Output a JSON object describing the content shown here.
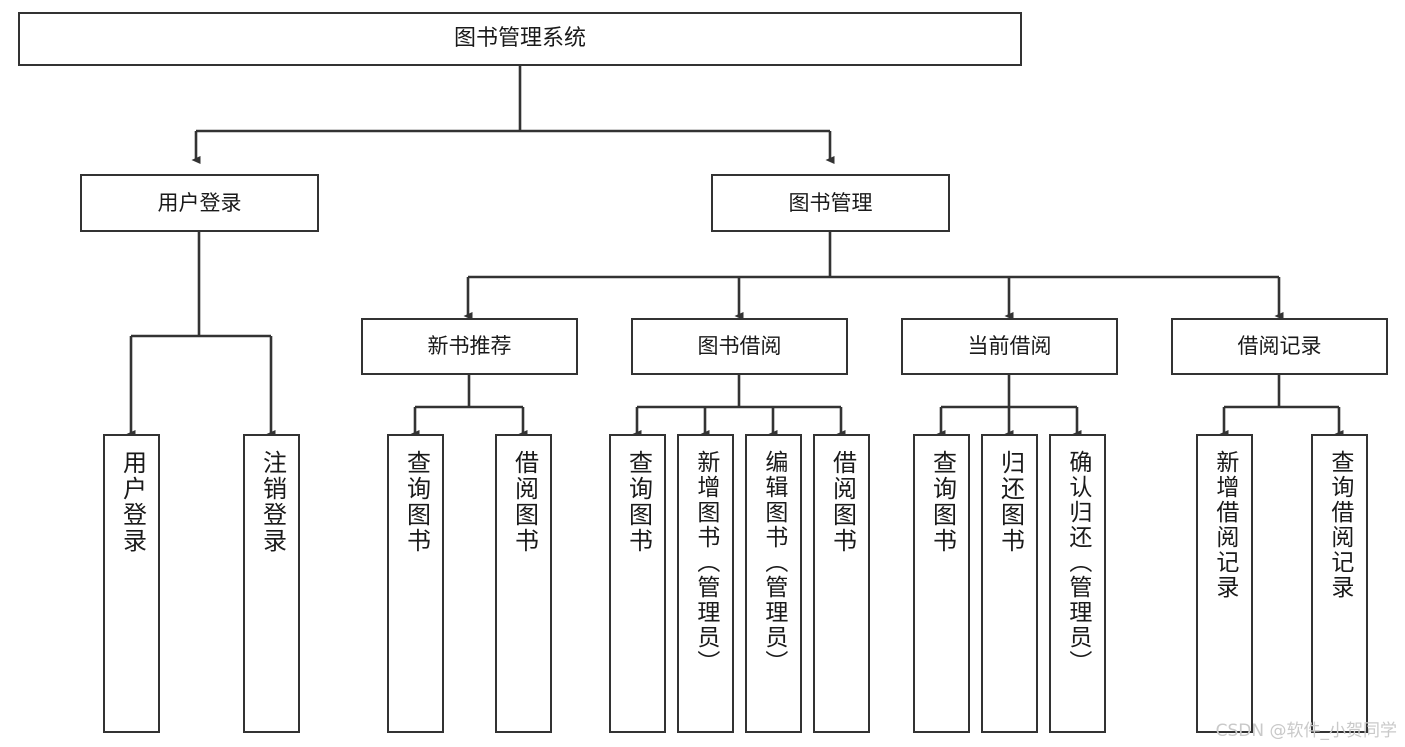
{
  "diagram": {
    "title": "图书管理系统",
    "type": "tree-hierarchy-diagram",
    "root": {
      "id": "root",
      "label": "图书管理系统"
    },
    "level1": [
      {
        "id": "user-login",
        "label": "用户登录"
      },
      {
        "id": "book-manage",
        "label": "图书管理"
      }
    ],
    "level2": [
      {
        "id": "new-book-rec",
        "label": "新书推荐",
        "parent": "book-manage"
      },
      {
        "id": "book-borrow",
        "label": "图书借阅",
        "parent": "book-manage"
      },
      {
        "id": "current-borrow",
        "label": "当前借阅",
        "parent": "book-manage"
      },
      {
        "id": "borrow-record",
        "label": "借阅记录",
        "parent": "book-manage"
      }
    ],
    "leaves": [
      {
        "id": "leaf-user-login",
        "label": "用户登录",
        "parent": "user-login"
      },
      {
        "id": "leaf-logout",
        "label": "注销登录",
        "parent": "user-login"
      },
      {
        "id": "leaf-query-book-1",
        "label": "查询图书",
        "parent": "new-book-rec"
      },
      {
        "id": "leaf-borrow-book-1",
        "label": "借阅图书",
        "parent": "new-book-rec"
      },
      {
        "id": "leaf-query-book-2",
        "label": "查询图书",
        "parent": "book-borrow"
      },
      {
        "id": "leaf-add-book",
        "label": "新增图书（管理员）",
        "parent": "book-borrow"
      },
      {
        "id": "leaf-edit-book",
        "label": "编辑图书（管理员）",
        "parent": "book-borrow"
      },
      {
        "id": "leaf-borrow-book-2",
        "label": "借阅图书",
        "parent": "book-borrow"
      },
      {
        "id": "leaf-query-book-3",
        "label": "查询图书",
        "parent": "current-borrow"
      },
      {
        "id": "leaf-return-book",
        "label": "归还图书",
        "parent": "current-borrow"
      },
      {
        "id": "leaf-confirm-return",
        "label": "确认归还（管理员）",
        "parent": "current-borrow"
      },
      {
        "id": "leaf-add-record",
        "label": "新增借阅记录",
        "parent": "borrow-record"
      },
      {
        "id": "leaf-query-record",
        "label": "查询借阅记录",
        "parent": "borrow-record"
      }
    ],
    "watermark": "CSDN @软件_小贺同学",
    "colors": {
      "background": "#ffffff",
      "box_border": "#333333",
      "box_fill": "#ffffff",
      "edge": "#333333",
      "text": "#1a1a1a",
      "watermark": "#c9c9c9"
    }
  }
}
